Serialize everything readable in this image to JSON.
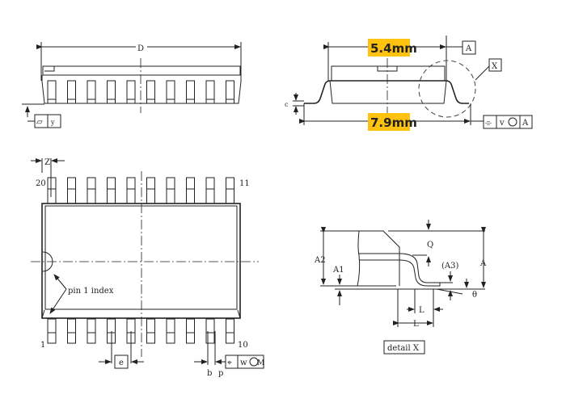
{
  "colors": {
    "highlight": "#FFC20E",
    "line": "#222222",
    "background": "#FFFFFF"
  },
  "side_view": {
    "length_label": "D",
    "flatness_symbol": "▱",
    "flatness_value": "y"
  },
  "end_view": {
    "width_highlight": "5.4mm",
    "overall_width_highlight": "7.9mm",
    "datum_label": "A",
    "detail_callout": "X",
    "thickness_label": "c",
    "tolerance_symbol": "⌯",
    "tolerance_value": "v",
    "tolerance_datum": "A"
  },
  "top_view": {
    "pin_labels": {
      "top_left": "20",
      "top_right": "11",
      "bottom_left": "1",
      "bottom_right": "10"
    },
    "offset_label": "Z",
    "index_label": "pin 1 index",
    "pitch_label": "e",
    "lead_width_label": "b",
    "lead_p_label": "p",
    "position_symbol": "⌖",
    "position_value": "w",
    "position_modifier": "M"
  },
  "detail": {
    "labels": {
      "a2": "A2",
      "a1": "A1",
      "q": "Q",
      "a3": "(A3)",
      "a": "A",
      "theta": "θ",
      "lp": "L",
      "l": "L"
    },
    "caption": "detail X"
  }
}
